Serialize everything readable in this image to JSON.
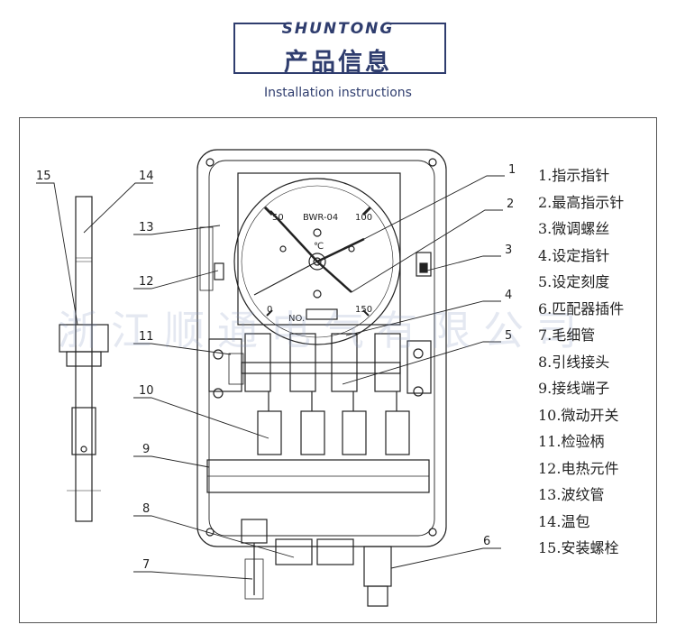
{
  "header": {
    "brand": "SHUNTONG",
    "title": "产品信息",
    "subtitle": "Installation instructions"
  },
  "dial": {
    "model": "BWR-04",
    "unit": "℃",
    "ticks": [
      "0",
      "50",
      "100",
      "150"
    ],
    "serial_label": "NO."
  },
  "callouts": [
    "1",
    "2",
    "3",
    "4",
    "5",
    "6",
    "7",
    "8",
    "9",
    "10",
    "11",
    "12",
    "13",
    "14",
    "15"
  ],
  "legend": [
    "1.指示指针",
    "2.最高指示针",
    "3.微调螺丝",
    "4.设定指针",
    "5.设定刻度",
    "6.匹配器插件",
    "7.毛细管",
    "8.引线接头",
    "9.接线端子",
    "10.微动开关",
    "11.检验柄",
    "12.电热元件",
    "13.波纹管",
    "14.温包",
    "15.安装螺栓"
  ],
  "watermark": "浙江顺通电气有限公司",
  "colors": {
    "brand": "#2f3d6e",
    "line": "#222222",
    "watermark": "#8296be"
  }
}
